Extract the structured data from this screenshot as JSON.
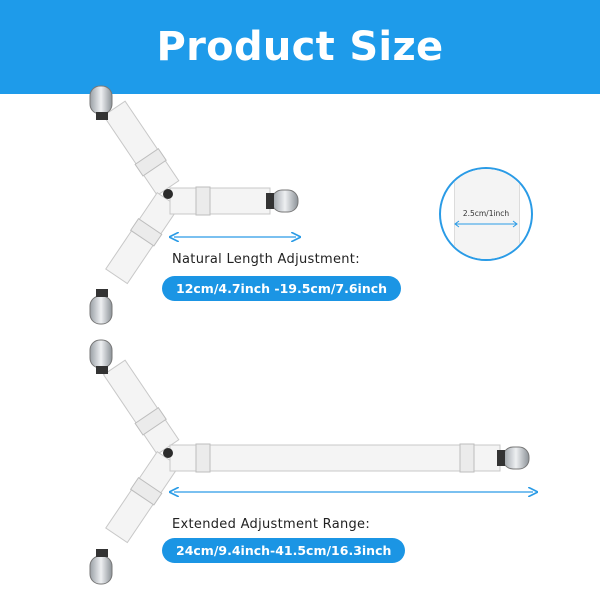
{
  "banner": {
    "title": "Product Size"
  },
  "natural": {
    "label": "Natural Length Adjustment:",
    "range": "12cm/4.7inch -19.5cm/7.6inch"
  },
  "extended": {
    "label": "Extended Adjustment Range:",
    "range": "24cm/9.4inch-41.5cm/16.3inch"
  },
  "width_detail": {
    "label": "2.5cm/1inch"
  },
  "colors": {
    "accent": "#1e9bea",
    "strap": "#f4f4f4"
  },
  "icons": [
    "suspender-clip-icon",
    "strap-buckle-icon",
    "dimension-arrow-icon"
  ]
}
